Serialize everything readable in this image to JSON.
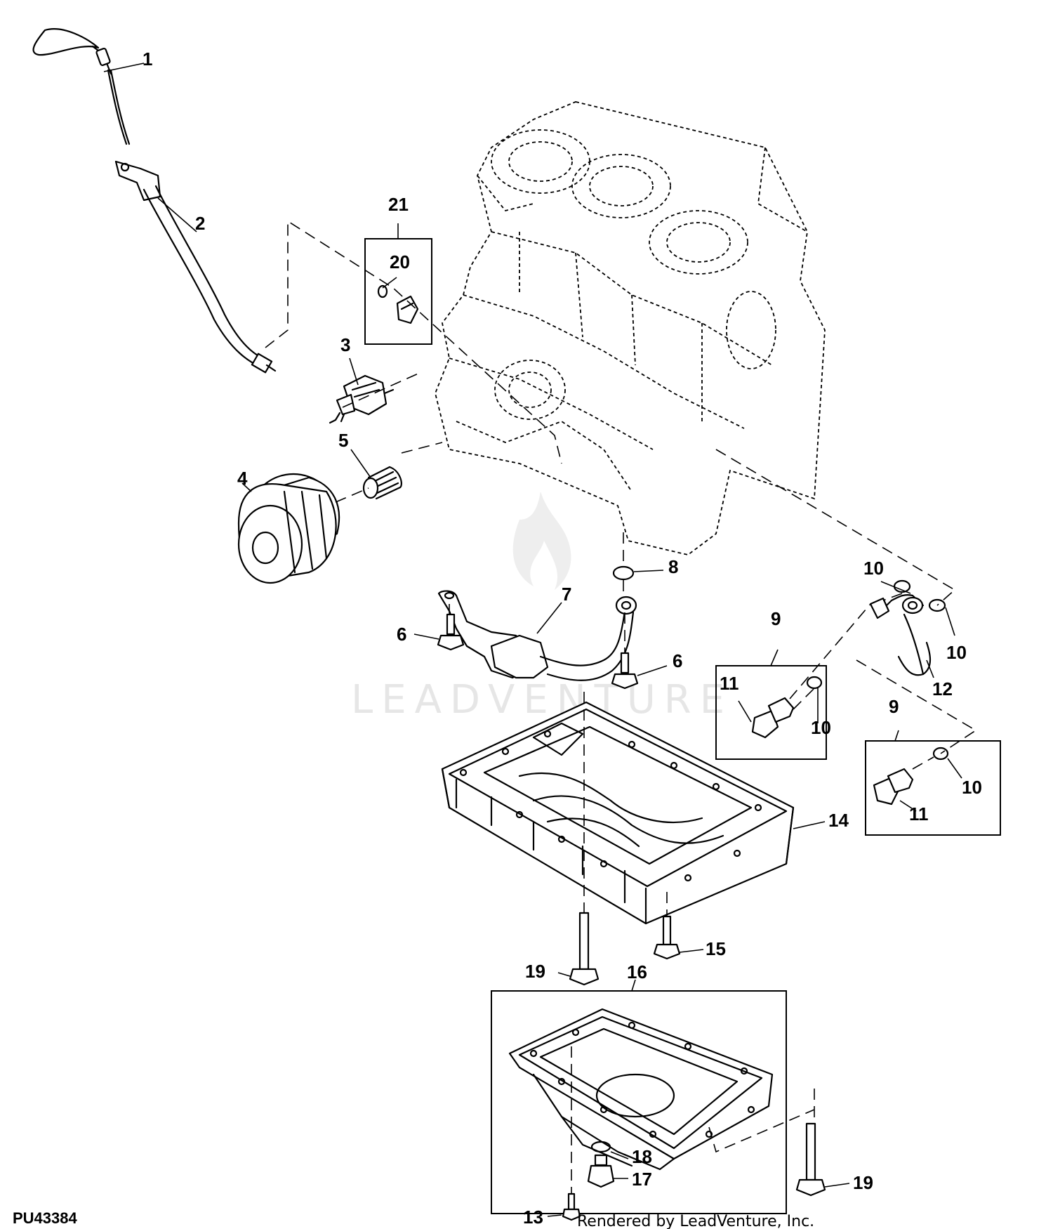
{
  "diagram": {
    "figure_id": "PU43384",
    "credit": "Rendered by LeadVenture, Inc.",
    "watermark": "LEADVENTURE",
    "callouts": {
      "c1": "1",
      "c2": "2",
      "c3": "3",
      "c4": "4",
      "c5": "5",
      "c6a": "6",
      "c6b": "6",
      "c7": "7",
      "c8": "8",
      "c9a": "9",
      "c9b": "9",
      "c10a": "10",
      "c10b": "10",
      "c10c": "10",
      "c10d": "10",
      "c11a": "11",
      "c11b": "11",
      "c12": "12",
      "c13": "13",
      "c14": "14",
      "c15": "15",
      "c16": "16",
      "c17": "17",
      "c18": "18",
      "c19a": "19",
      "c19b": "19",
      "c20": "20",
      "c21": "21"
    }
  }
}
